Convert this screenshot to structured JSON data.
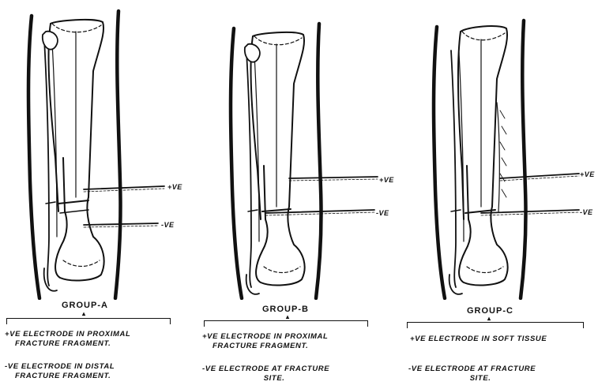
{
  "groups": [
    {
      "title": "GROUP-A",
      "plus_label": "+VE",
      "minus_label": "-VE",
      "desc_positive": "+VE ELECTRODE IN PROXIMAL\n    FRACTURE FRAGMENT.",
      "desc_negative": "-VE ELECTRODE IN DISTAL\n    FRACTURE FRAGMENT."
    },
    {
      "title": "GROUP-B",
      "plus_label": "+VE",
      "minus_label": "-VE",
      "desc_positive": "+VE ELECTRODE IN PROXIMAL\n    FRACTURE FRAGMENT.",
      "desc_negative": "-VE ELECTRODE AT FRACTURE\n                        SITE."
    },
    {
      "title": "GROUP-C",
      "plus_label": "+VE",
      "minus_label": "-VE",
      "desc_positive": "+VE ELECTRODE IN SOFT TISSUE",
      "desc_negative": "-VE ELECTRODE AT FRACTURE\n                        SITE."
    }
  ]
}
